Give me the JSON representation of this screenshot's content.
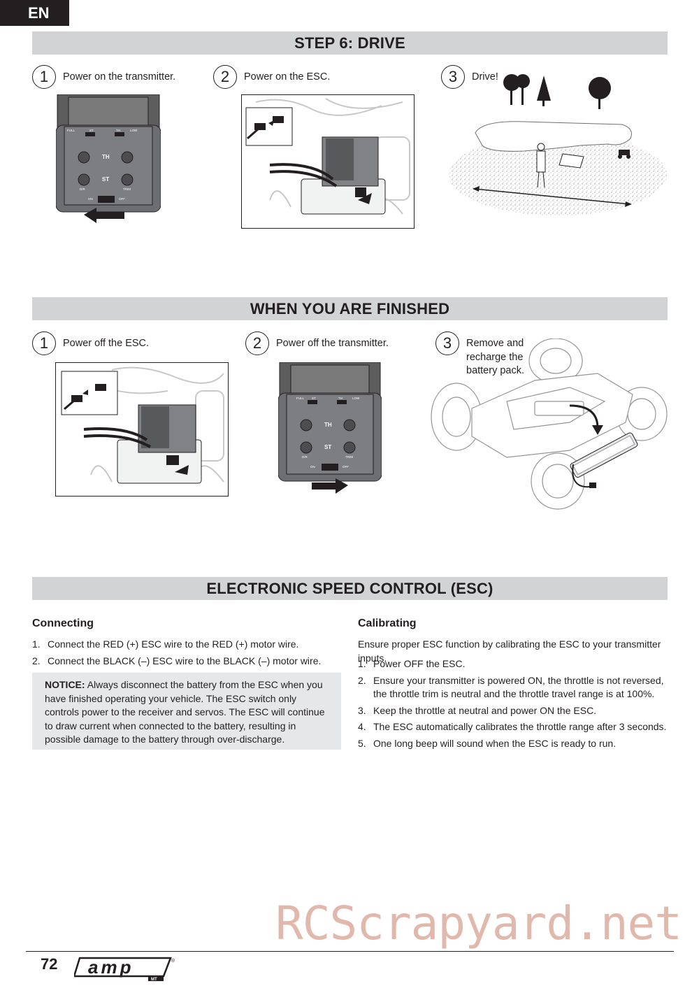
{
  "language_tab": "EN",
  "section_drive": {
    "title": "STEP 6: DRIVE",
    "steps": [
      {
        "num": "1",
        "text": "Power on the transmitter."
      },
      {
        "num": "2",
        "text": "Power on the ESC."
      },
      {
        "num": "3",
        "text": "Drive!"
      }
    ]
  },
  "section_finished": {
    "title": "WHEN YOU ARE FINISHED",
    "steps": [
      {
        "num": "1",
        "text": "Power off the ESC."
      },
      {
        "num": "2",
        "text": "Power off the transmitter."
      },
      {
        "num": "3",
        "text": "Remove and recharge the battery pack."
      }
    ]
  },
  "transmitter_labels": {
    "full": "FULL",
    "st": "ST",
    "th": "TH",
    "low": "LOW",
    "th_knob": "TH",
    "st_knob": "ST",
    "dr": "D/R",
    "trim": "TRIM",
    "on": "ON",
    "off": "OFF"
  },
  "section_esc": {
    "title": "ELECTRONIC SPEED CONTROL (ESC)",
    "connecting": {
      "heading": "Connecting",
      "items": [
        {
          "num": "1.",
          "text": "Connect the RED (+) ESC wire to the RED (+) motor wire."
        },
        {
          "num": "2.",
          "text": "Connect the BLACK (–) ESC wire to the BLACK (–) motor wire."
        }
      ],
      "notice_label": "NOTICE:",
      "notice_text": "Always disconnect the battery from the ESC when you have finished operating your vehicle. The ESC switch only controls power to the receiver and servos. The ESC will continue to draw current when connected to the battery, resulting in possible damage to the battery through over-discharge."
    },
    "calibrating": {
      "heading": "Calibrating",
      "intro": "Ensure proper ESC function by calibrating the ESC to your transmitter inputs.",
      "items": [
        {
          "num": "1.",
          "text": "Power OFF the ESC."
        },
        {
          "num": "2.",
          "text": "Ensure your transmitter is powered ON, the throttle is not reversed, the throttle trim is neutral and the throttle travel range is at 100%."
        },
        {
          "num": "3.",
          "text": "Keep the throttle at neutral and power ON the ESC."
        },
        {
          "num": "4.",
          "text": "The ESC automatically calibrates the throttle range after 3 seconds."
        },
        {
          "num": "5.",
          "text": "One long beep will sound when the ESC is ready to run."
        }
      ]
    }
  },
  "footer": {
    "page_number": "72",
    "logo_text": "amp",
    "logo_sub": "MT",
    "logo_mark": "®"
  },
  "watermark": "RCScrapyard.net",
  "icons": [
    "transmitter-icon",
    "esc-icon",
    "track-icon",
    "truck-icon",
    "arrow-icon"
  ]
}
